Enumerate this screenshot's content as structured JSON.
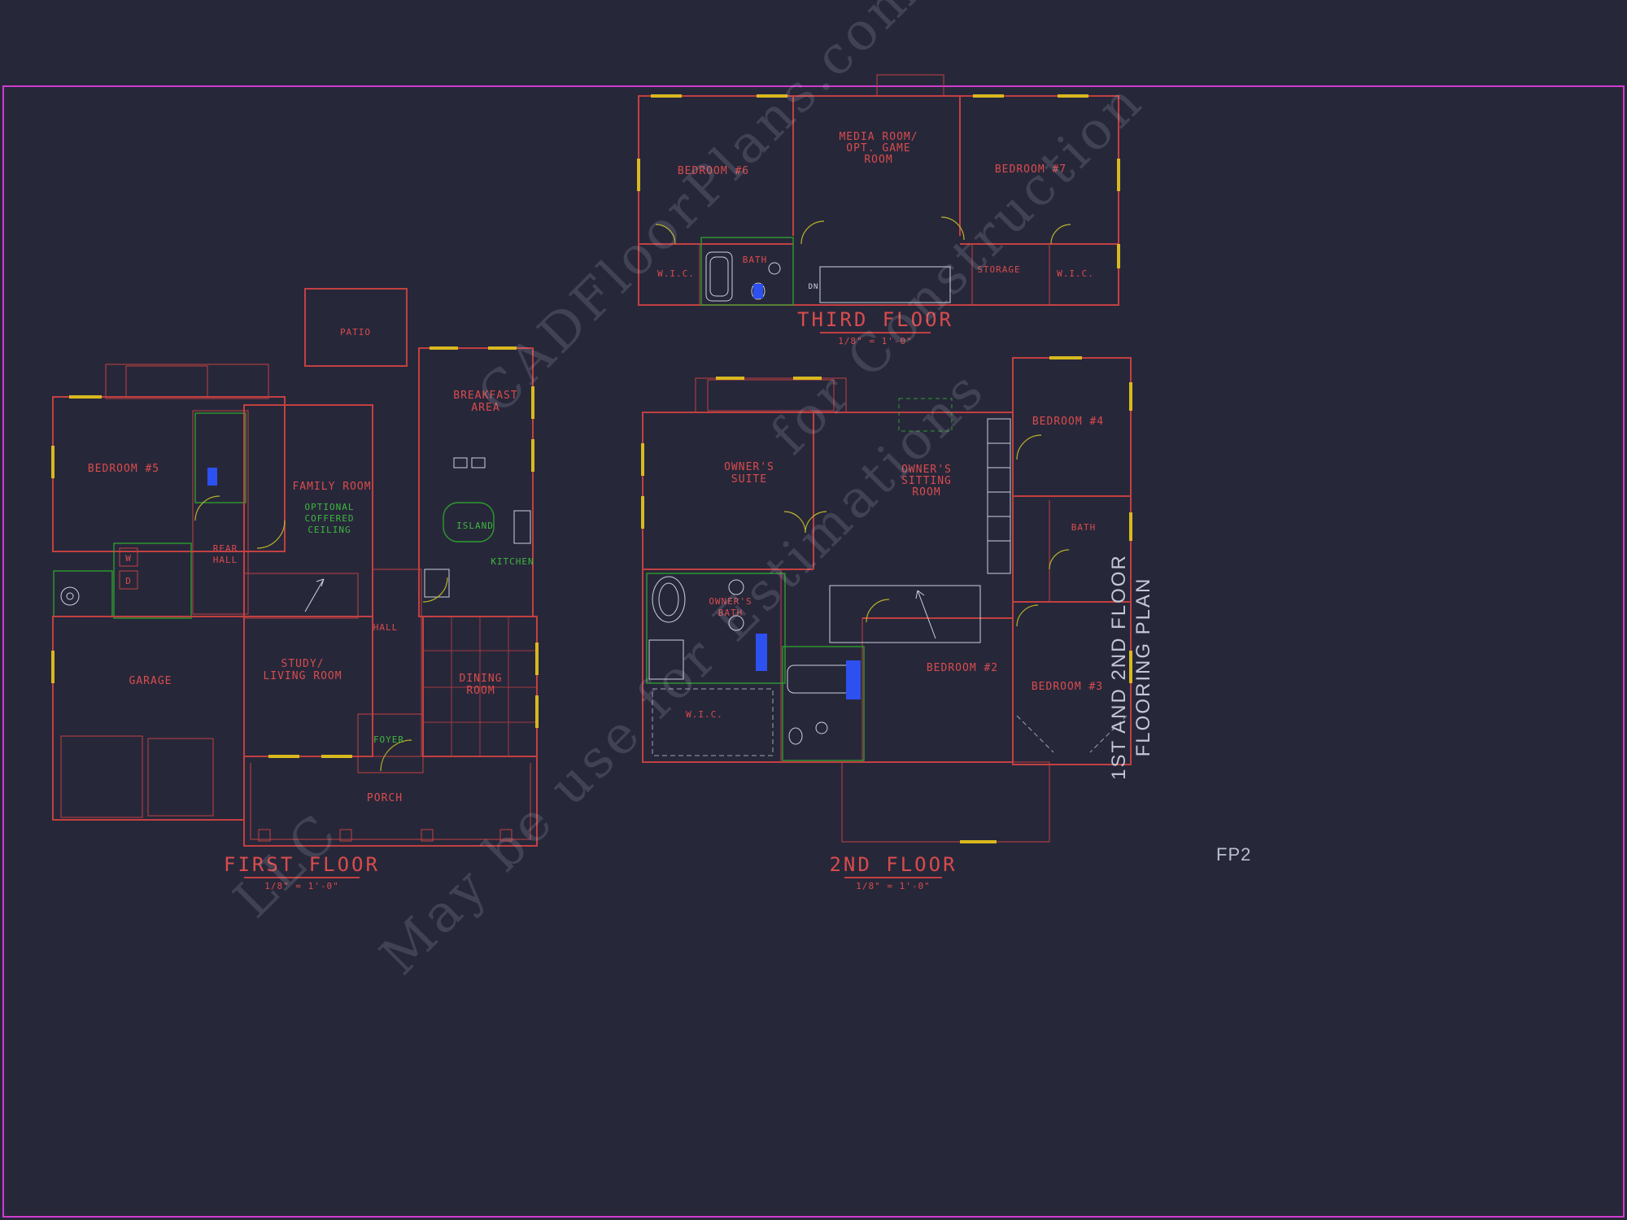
{
  "sheet": {
    "code": "FP2",
    "side_title_line1": "1ST AND 2ND FLOOR",
    "side_title_line2": "FLOORING PLAN"
  },
  "watermarks": {
    "line1": "CADFloorPlans.com",
    "line2": "for Construction",
    "line3": "May be use for Estimations",
    "line4": "LLC"
  },
  "floors": {
    "first": {
      "title": "FIRST FLOOR",
      "scale": "1/8\" = 1'-0\"",
      "rooms": {
        "patio": "PATIO",
        "bedroom5": "BEDROOM #5",
        "family_room": "FAMILY ROOM",
        "coffered": [
          "OPTIONAL",
          "COFFERED",
          "CEILING"
        ],
        "breakfast": [
          "BREAKFAST",
          "AREA"
        ],
        "rear_hall": [
          "REAR",
          "HALL"
        ],
        "washer": "W",
        "dryer": "D",
        "garage": "GARAGE",
        "study": [
          "STUDY/",
          "LIVING ROOM"
        ],
        "hall": "HALL",
        "foyer": "FOYER",
        "dining": [
          "DINING",
          "ROOM"
        ],
        "kitchen": "KITCHEN",
        "island": "ISLAND",
        "porch": "PORCH"
      }
    },
    "third": {
      "title": "THIRD FLOOR",
      "scale": "1/8\" = 1'-0\"",
      "rooms": {
        "bedroom6": "BEDROOM #6",
        "media": [
          "MEDIA ROOM/",
          "OPT. GAME",
          "ROOM"
        ],
        "bedroom7": "BEDROOM #7",
        "wic_left": "W.I.C.",
        "bath": "BATH",
        "dn": "DN",
        "storage": "STORAGE",
        "wic_right": "W.I.C."
      }
    },
    "second": {
      "title": "2ND FLOOR",
      "scale": "1/8\" = 1'-0\"",
      "rooms": {
        "owners_suite": [
          "OWNER'S",
          "SUITE"
        ],
        "sitting": [
          "OWNER'S",
          "SITTING",
          "ROOM"
        ],
        "bedroom4": "BEDROOM #4",
        "owners_bath": [
          "OWNER'S",
          "BATH"
        ],
        "wic": "W.I.C.",
        "bedroom2": "BEDROOM #2",
        "bedroom3": "BEDROOM #3",
        "bath": "BATH"
      }
    }
  },
  "colors": {
    "background": "#27273a",
    "wall_red": "#c24040",
    "hatch_green": "#2e9b2e",
    "accent_yellow": "#d8b91f",
    "border_magenta": "#cf3ccf",
    "fixture_gray": "#c9d2dc",
    "accent_blue": "#2d50f0"
  }
}
